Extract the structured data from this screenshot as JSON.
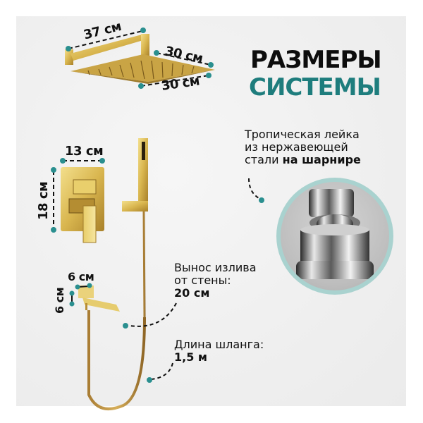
{
  "title": {
    "line1": "РАЗМЕРЫ",
    "line2": "СИСТЕМЫ"
  },
  "colors": {
    "accent_teal": "#1e7d7d",
    "dot_teal": "#2a8f8f",
    "gold": "#d4b24c",
    "text_dark": "#111111",
    "panel_bg": "#efefef"
  },
  "overhead_shower": {
    "arm_length": "37 см",
    "head_width": "30 см",
    "head_depth": "30 см"
  },
  "mixer": {
    "width": "13 см",
    "height": "18 см"
  },
  "spout": {
    "width": "6 см",
    "height": "6 см"
  },
  "feature_callout": {
    "line1": "Тропическая лейка",
    "line2": "из нержавеющей",
    "line3_regular": "стали ",
    "line3_bold": "на шарнире"
  },
  "spout_reach": {
    "line1": "Вынос излива",
    "line2": "от стены:",
    "value": "20 см"
  },
  "hose_length": {
    "label": "Длина шланга:",
    "value": "1,5 м"
  },
  "icons": [
    "dimension-dot",
    "dashed-leader-line",
    "shower-swivel-joint-photo",
    "shower-head-illustration",
    "mixer-illustration",
    "hand-shower-illustration",
    "spout-illustration",
    "hose-illustration"
  ]
}
